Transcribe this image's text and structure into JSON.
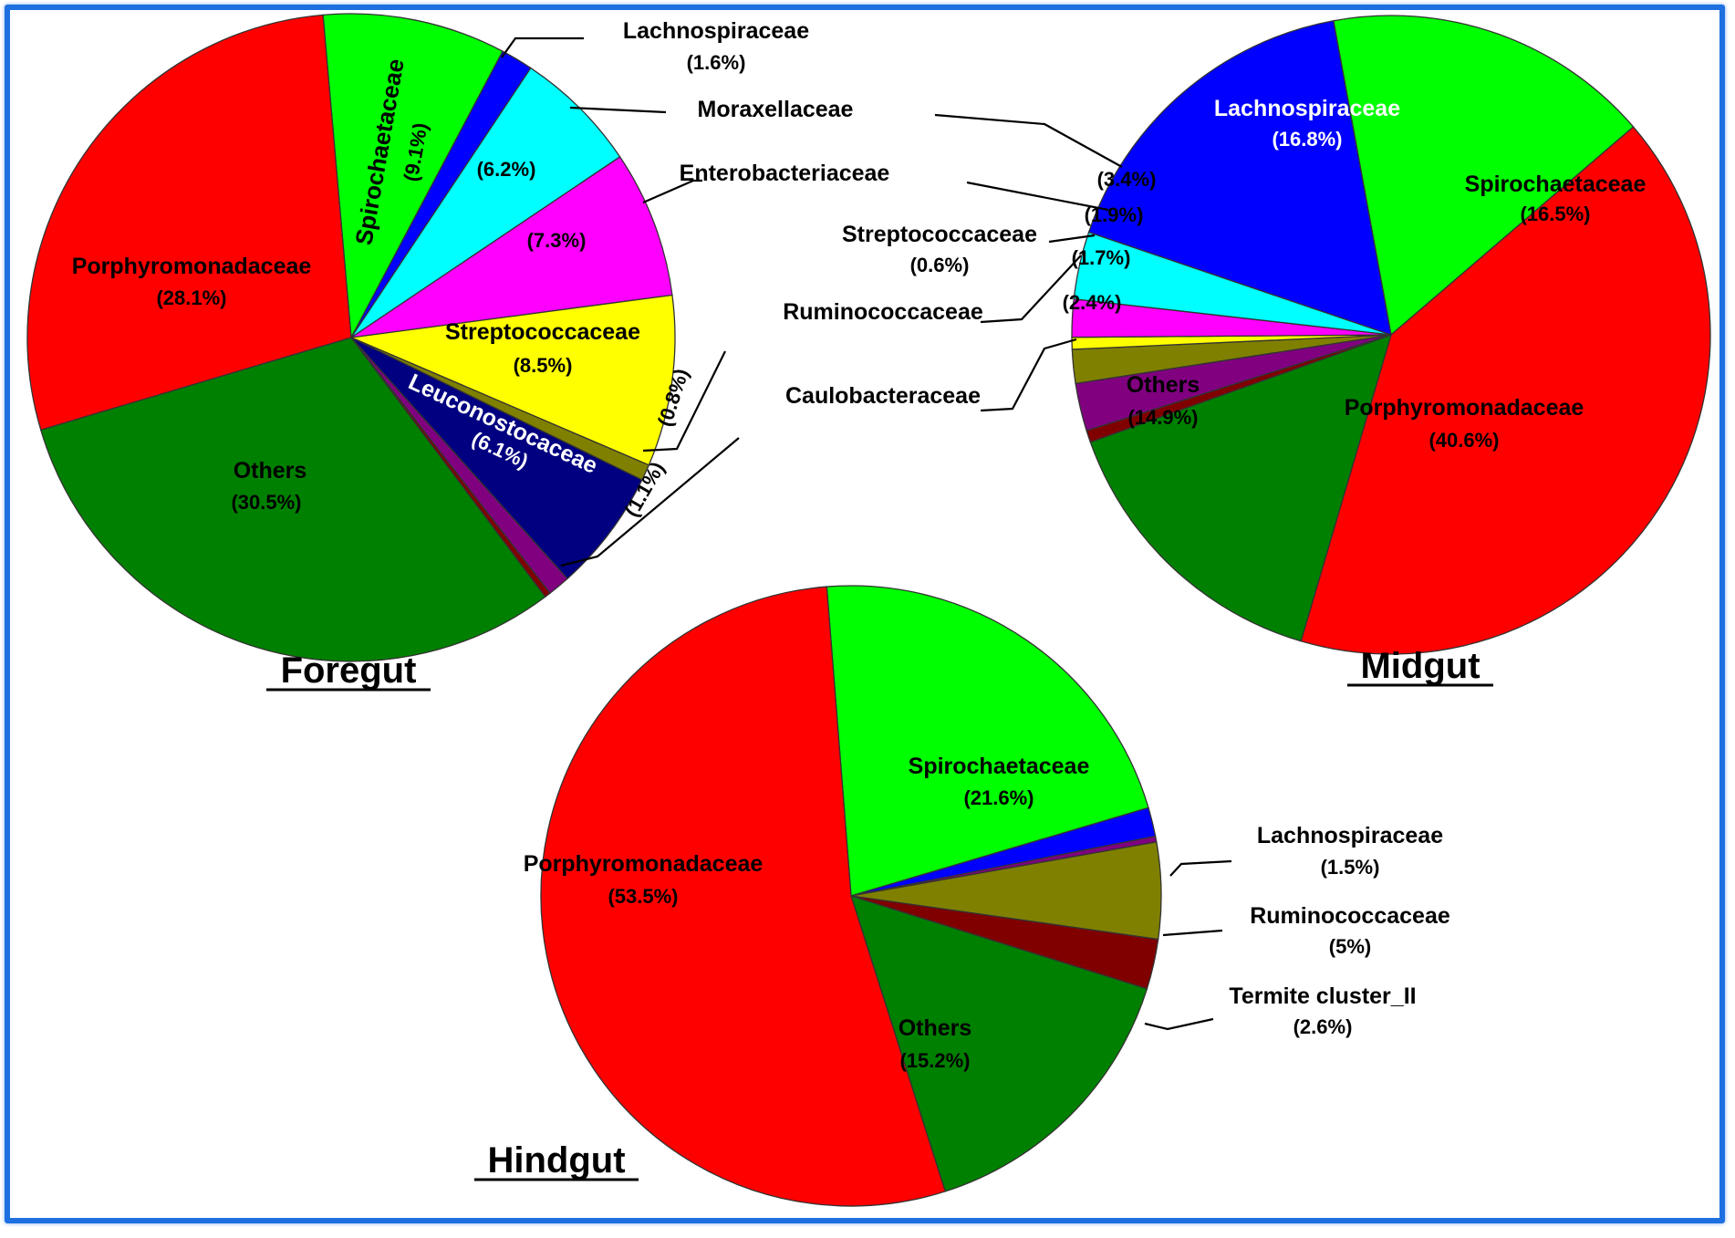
{
  "colors": {
    "frame": "#1e6fe0",
    "Porphyromonadaceae": "#ff0000",
    "Spirochaetaceae": "#00ff00",
    "Lachnospiraceae": "#0000ff",
    "Moraxellaceae": "#00ffff",
    "Enterobacteriaceae": "#ff00ff",
    "Streptococcaceae": "#ffff00",
    "Ruminococcaceae": "#808000",
    "Leuconostocaceae": "#000080",
    "Caulobacteraceae": "#800080",
    "Termite cluster_II": "#800000",
    "Others": "#008000"
  },
  "chart_data": [
    {
      "type": "pie",
      "title": "Foregut",
      "slices": [
        {
          "label": "Spirochaetaceae",
          "value": 9.1,
          "value_label": "(9.1%)",
          "color": "#00ff00"
        },
        {
          "label": "Lachnospiraceae",
          "value": 1.6,
          "value_label": "(1.6%)",
          "color": "#0000ff"
        },
        {
          "label": "Moraxellaceae",
          "value": 6.2,
          "value_label": "(6.2%)",
          "color": "#00ffff"
        },
        {
          "label": "Enterobacteriaceae",
          "value": 7.3,
          "value_label": "(7.3%)",
          "color": "#ff00ff"
        },
        {
          "label": "Streptococcaceae",
          "value": 8.5,
          "value_label": "(8.5%)",
          "color": "#ffff00"
        },
        {
          "label": "Ruminococcaceae",
          "value": 0.8,
          "value_label": "(0.8%)",
          "color": "#808000"
        },
        {
          "label": "Leuconostocaceae",
          "value": 6.1,
          "value_label": "(6.1%)",
          "color": "#000080"
        },
        {
          "label": "Caulobacteraceae",
          "value": 1.1,
          "value_label": "(1.1%)",
          "color": "#800080"
        },
        {
          "label": "Termite cluster_II",
          "value": 0.3,
          "value_label": "",
          "color": "#800000"
        },
        {
          "label": "Others",
          "value": 30.5,
          "value_label": "(30.5%)",
          "color": "#008000"
        },
        {
          "label": "Porphyromonadaceae",
          "value": 28.1,
          "value_label": "(28.1%)",
          "color": "#ff0000"
        }
      ]
    },
    {
      "type": "pie",
      "title": "Midgut",
      "slices": [
        {
          "label": "Spirochaetaceae",
          "value": 16.5,
          "value_label": "(16.5%)",
          "color": "#00ff00"
        },
        {
          "label": "Porphyromonadaceae",
          "value": 40.6,
          "value_label": "(40.6%)",
          "color": "#ff0000"
        },
        {
          "label": "Others",
          "value": 14.9,
          "value_label": "(14.9%)",
          "color": "#008000"
        },
        {
          "label": "Termite cluster_II",
          "value": 0.6,
          "value_label": "",
          "color": "#800000"
        },
        {
          "label": "Caulobacteraceae",
          "value": 2.4,
          "value_label": "(2.4%)",
          "color": "#800080"
        },
        {
          "label": "Ruminococcaceae",
          "value": 1.7,
          "value_label": "(1.7%)",
          "color": "#808000"
        },
        {
          "label": "Streptococcaceae",
          "value": 0.6,
          "value_label": "(0.6%)",
          "color": "#ffff00"
        },
        {
          "label": "Enterobacteriaceae",
          "value": 1.9,
          "value_label": "(1.9%)",
          "color": "#ff00ff"
        },
        {
          "label": "Moraxellaceae",
          "value": 3.4,
          "value_label": "(3.4%)",
          "color": "#00ffff"
        },
        {
          "label": "Lachnospiraceae",
          "value": 16.8,
          "value_label": "(16.8%)",
          "color": "#0000ff"
        }
      ]
    },
    {
      "type": "pie",
      "title": "Hindgut",
      "slices": [
        {
          "label": "Spirochaetaceae",
          "value": 21.6,
          "value_label": "(21.6%)",
          "color": "#00ff00"
        },
        {
          "label": "Lachnospiraceae",
          "value": 1.5,
          "value_label": "(1.5%)",
          "color": "#0000ff"
        },
        {
          "label": "Caulobacteraceae",
          "value": 0.3,
          "value_label": "",
          "color": "#800080"
        },
        {
          "label": "Ruminococcaceae",
          "value": 5,
          "value_label": "(5%)",
          "color": "#808000"
        },
        {
          "label": "Termite cluster_II",
          "value": 2.6,
          "value_label": "(2.6%)",
          "color": "#800000"
        },
        {
          "label": "Others",
          "value": 15.2,
          "value_label": "(15.2%)",
          "color": "#008000"
        },
        {
          "label": "Porphyromonadaceae",
          "value": 53.5,
          "value_label": "(53.5%)",
          "color": "#ff0000"
        }
      ]
    }
  ]
}
